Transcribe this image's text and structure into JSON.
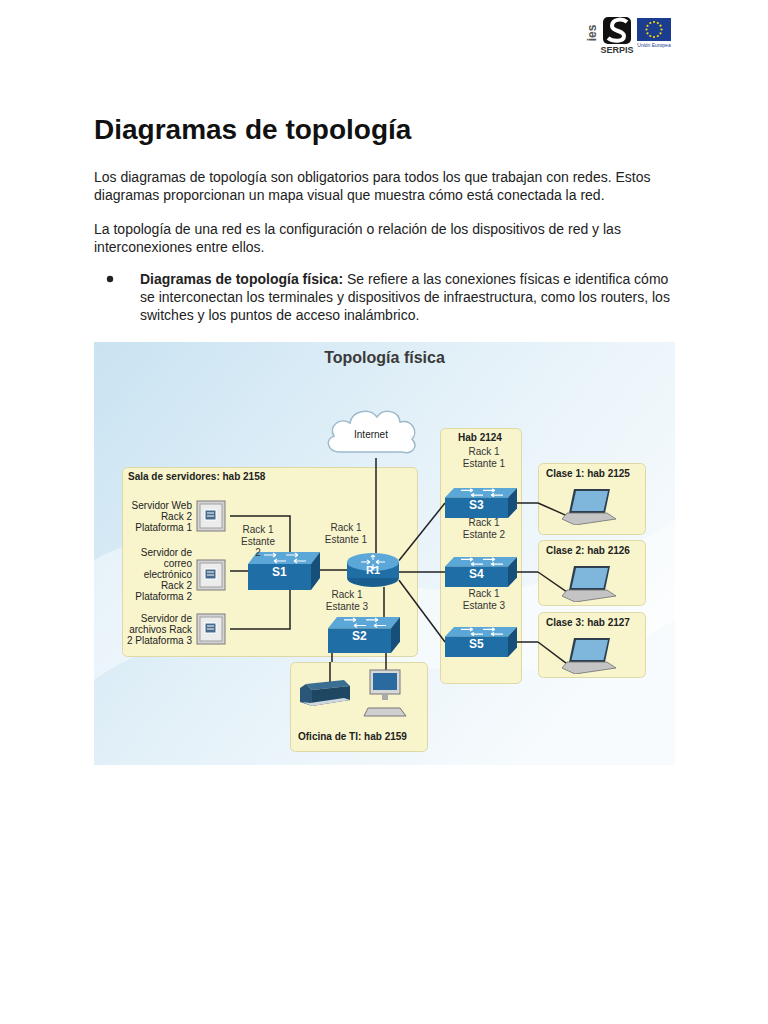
{
  "diagram": {
    "title": "Diagramas de topología",
    "nodes": [
      {
        "text": [
          "Topología física"
        ]
      },
      {
        "text": [
          "Internet"
        ],
        "in": 0
      },
      {
        "text": [
          "Sala de servidores: hab 2158"
        ],
        "in": 0
      },
      {
        "text": [
          "Servidor Web Rack 2 Plataforma 1"
        ],
        "in": 2
      },
      {
        "text": [
          "Servidor de correo electrónico Rack 2 Plataforma 2"
        ],
        "in": 2
      },
      {
        "text": [
          "Servidor de archivos Rack 2 Plataforma 3"
        ],
        "in": 2
      },
      {
        "text": [
          "S1"
        ],
        "in": 2
      },
      {
        "text": [
          "R1"
        ],
        "in": 2
      },
      {
        "text": [
          "S2"
        ],
        "in": 2
      },
      {
        "text": [
          "Hab 2124"
        ],
        "in": 0
      },
      {
        "text": [
          "S3"
        ],
        "in": 9
      },
      {
        "text": [
          "S4"
        ],
        "in": 9
      },
      {
        "text": [
          "S5"
        ],
        "in": 9
      },
      {
        "text": [
          "Clase 1: hab 2125"
        ],
        "in": 0
      },
      {
        "text": [
          "Clase 2: hab 2126"
        ],
        "in": 0
      },
      {
        "text": [
          "Clase 3: hab 2127"
        ],
        "in": 0
      },
      {
        "text": [
          "Oficina de TI: hab 2159"
        ],
        "in": 0
      }
    ],
    "edges": [
      {
        "from": 1,
        "to": 7,
        "arrow": "none"
      },
      {
        "from": 3,
        "to": 6,
        "arrow": "none"
      },
      {
        "from": 4,
        "to": 6,
        "arrow": "none"
      },
      {
        "from": 5,
        "to": 6,
        "arrow": "none"
      },
      {
        "from": 6,
        "to": 7,
        "arrow": "none"
      },
      {
        "from": 7,
        "to": 8,
        "arrow": "none"
      },
      {
        "from": 7,
        "to": 10,
        "arrow": "none"
      },
      {
        "from": 7,
        "to": 11,
        "arrow": "none"
      },
      {
        "from": 7,
        "to": 12,
        "arrow": "none"
      },
      {
        "from": 10,
        "to": 13,
        "arrow": "none"
      },
      {
        "from": 11,
        "to": 14,
        "arrow": "none"
      },
      {
        "from": 12,
        "to": 15,
        "arrow": "none"
      },
      {
        "from": 8,
        "to": 16,
        "arrow": "none"
      }
    ],
    "labels": [
      "ies",
      "SERPIS",
      "Unión Europea",
      "Los diagramas de topología son obligatorios para todos los que trabajan con redes. Estos diagramas proporcionan un mapa visual que muestra cómo está conectada la red.",
      "La topología de una red es la configuración o relación de los dispositivos de red y las interconexiones entre ellos.",
      "Diagramas de topología física:",
      "Se refiere a las conexiones físicas e identifica cómo se interconectan los terminales y dispositivos de infraestructura, como los routers, los switches y los puntos de acceso inalámbrico.",
      "Rack 1 Estante 2",
      "Rack 1 Estante 1",
      "Rack 1 Estante 3",
      "Rack 1 Estante 1",
      "Rack 1 Estante 2",
      "Rack 1 Estante 3"
    ]
  }
}
